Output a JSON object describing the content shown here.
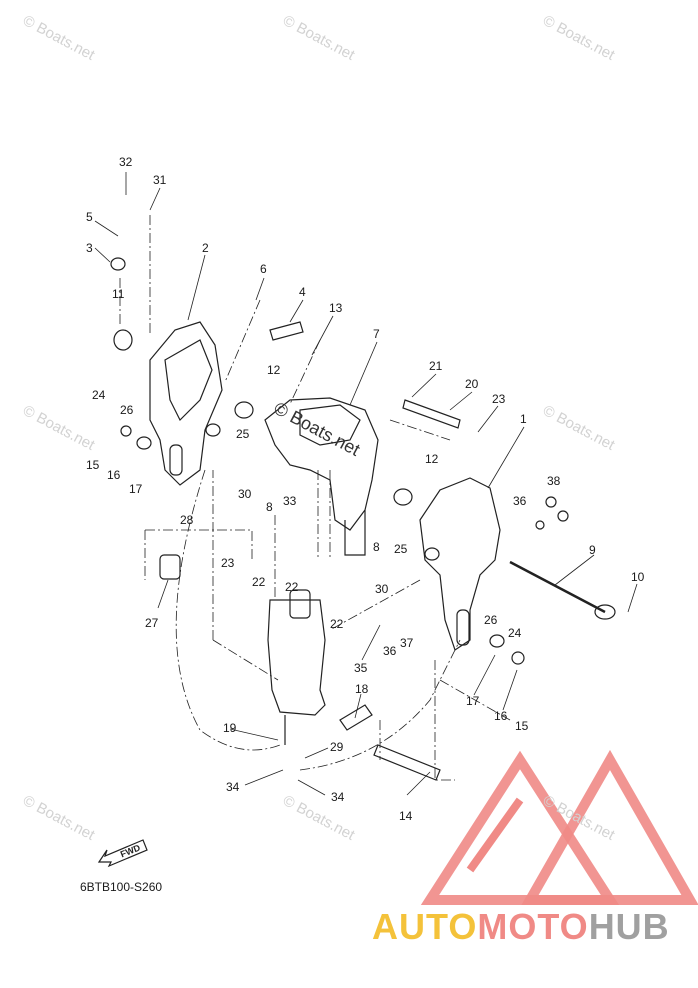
{
  "watermark": "© Boats.net",
  "overlay_text": "© Boats.net",
  "part_code": "6BTB100-S260",
  "fwd_label": "FWD",
  "brand": {
    "part1": "AUTO",
    "part2": "MOTO",
    "part3": "HUB",
    "colors": {
      "auto": "#f4c23a",
      "moto": "#f08a86",
      "hub": "#a0a0a0",
      "logo_stroke": "#f08a86"
    }
  },
  "callouts": [
    "32",
    "31",
    "5",
    "3",
    "2",
    "6",
    "4",
    "13",
    "11",
    "7",
    "21",
    "20",
    "23",
    "24",
    "26",
    "12",
    "15",
    "16",
    "17",
    "25",
    "30",
    "8",
    "33",
    "1",
    "36",
    "38",
    "28",
    "23",
    "22",
    "22",
    "12",
    "8",
    "25",
    "9",
    "10",
    "30",
    "26",
    "24",
    "27",
    "35",
    "36",
    "37",
    "22",
    "18",
    "17",
    "16",
    "15",
    "19",
    "29",
    "34",
    "34",
    "14"
  ]
}
